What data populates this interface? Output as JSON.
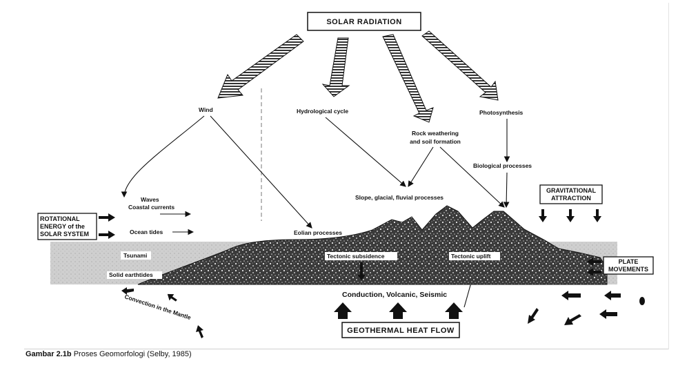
{
  "diagram": {
    "solar_radiation": "SOLAR RADIATION",
    "wind": "Wind",
    "hydrological_cycle": "Hydrological cycle",
    "photosynthesis": "Photosynthesis",
    "rock_weathering_1": "Rock weathering",
    "rock_weathering_2": "and soil formation",
    "biological_processes": "Biological processes",
    "waves_1": "Waves",
    "waves_2": "Coastal currents",
    "slope_processes": "Slope, glacial, fluvial processes",
    "gravitational_1": "GRAVITATIONAL",
    "gravitational_2": "ATTRACTION",
    "rotational_1": "ROTATIONAL",
    "rotational_2": "ENERGY of the",
    "rotational_3": "SOLAR SYSTEM",
    "ocean_tides": "Ocean tides",
    "eolian_processes": "Eolian processes",
    "tsunami": "Tsunami",
    "solid_earthtides": "Solid earthtides",
    "tectonic_subsidence": "Tectonic subsidence",
    "tectonic_uplift": "Tectonic uplift",
    "plate_1": "PLATE",
    "plate_2": "MOVEMENTS",
    "convection": "Convection in the Mantle",
    "conduction": "Conduction, Volcanic, Seismic",
    "geothermal": "GEOTHERMAL HEAT FLOW"
  },
  "caption": {
    "label": "Gambar 2.1b",
    "text": " Proses Geomorfologi (Selby, 1985)"
  }
}
